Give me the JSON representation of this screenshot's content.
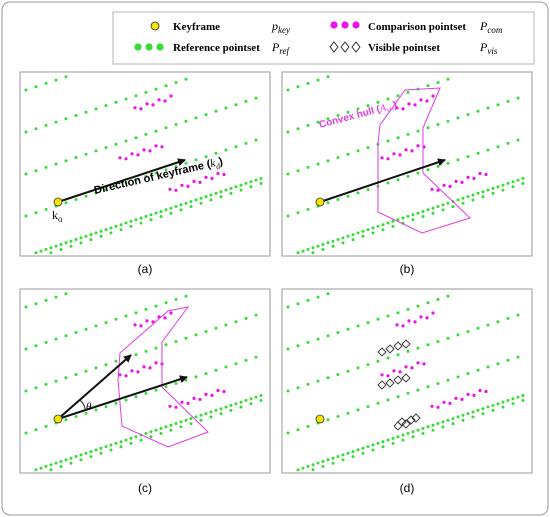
{
  "legend": {
    "keyframe": "Keyframe",
    "keyframe_sym": "p",
    "keyframe_sub": "key",
    "reference": "Reference pointset",
    "reference_sym": "P",
    "reference_sub": "ref",
    "comparison": "Comparison pointset",
    "comparison_sym": "P",
    "comparison_sub": "com",
    "visible": "Visible pointset",
    "visible_sym": "P",
    "visible_sub": "vis"
  },
  "panels": {
    "a": {
      "caption": "(a)",
      "direction_label": "Direction of keyframe (",
      "direction_sym": "k",
      "direction_sub": "d",
      "direction_close": ")",
      "keyframe_label": "k",
      "keyframe_sub": "o"
    },
    "b": {
      "caption": "(b)",
      "hull_label": "Convex hull (",
      "hull_sym": "A",
      "hull_sub": "vis",
      "hull_close": ")"
    },
    "c": {
      "caption": "(c)",
      "angle_label": "θ"
    },
    "d": {
      "caption": "(d)"
    }
  },
  "colors": {
    "reference": "#33dd33",
    "comparison": "#ee11ee",
    "keyframe": "#f5e400",
    "arrow": "#111111",
    "frame": "#9a9a9a"
  }
}
